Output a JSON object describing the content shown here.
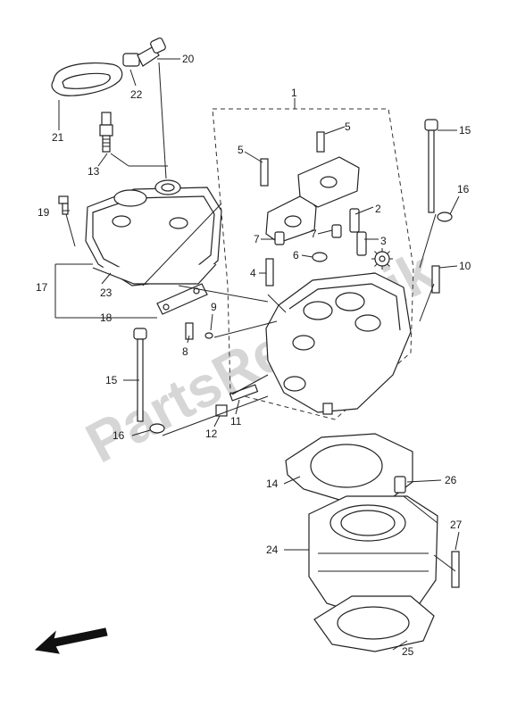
{
  "watermark": "PartsRepublik",
  "callouts": [
    "1",
    "2",
    "3",
    "4",
    "5",
    "5",
    "6",
    "7",
    "7",
    "8",
    "9",
    "10",
    "11",
    "12",
    "13",
    "14",
    "15",
    "15",
    "16",
    "16",
    "17",
    "18",
    "19",
    "20",
    "21",
    "22",
    "23",
    "24",
    "25",
    "26",
    "27"
  ],
  "icons": {
    "gear": "gear-icon",
    "direction": "direction-arrow-icon"
  }
}
